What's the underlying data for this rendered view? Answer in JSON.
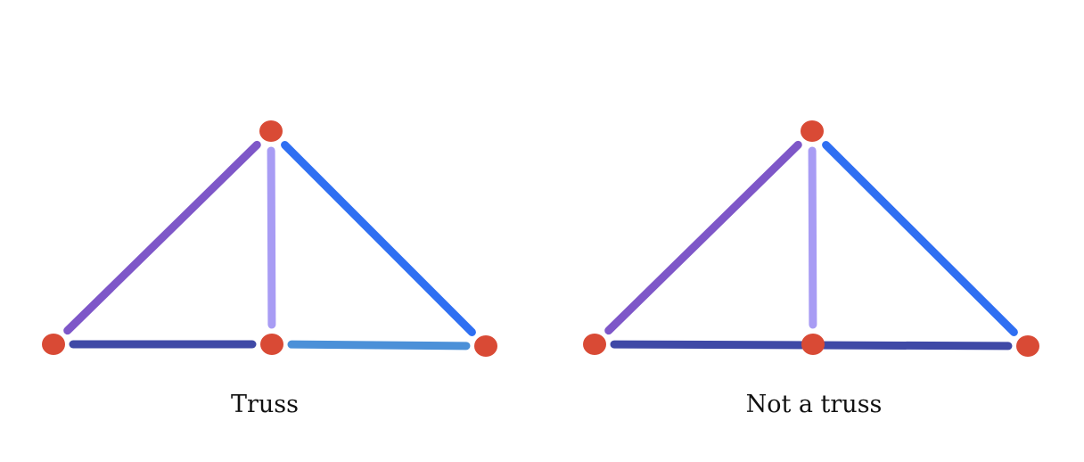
{
  "diagrams": [
    {
      "caption": "Truss",
      "nodes": [
        "top",
        "bottom-left",
        "bottom-middle",
        "bottom-right"
      ],
      "members": [
        {
          "id": "left-diagonal",
          "from": "bottom-left",
          "to": "top",
          "color": "#7e57c8"
        },
        {
          "id": "vertical",
          "from": "bottom-middle",
          "to": "top",
          "color": "#a89cf4"
        },
        {
          "id": "right-diagonal",
          "from": "top",
          "to": "bottom-right",
          "color": "#2f6ff2"
        },
        {
          "id": "bottom-left-chord",
          "from": "bottom-left",
          "to": "bottom-middle",
          "color": "#3f49a6"
        },
        {
          "id": "bottom-right-chord",
          "from": "bottom-middle",
          "to": "bottom-right",
          "color": "#4b90d8"
        }
      ]
    },
    {
      "caption": "Not a truss",
      "nodes": [
        "top",
        "bottom-left",
        "bottom-middle",
        "bottom-right"
      ],
      "members": [
        {
          "id": "left-diagonal",
          "from": "bottom-left",
          "to": "top",
          "color": "#7e57c8"
        },
        {
          "id": "vertical",
          "from": "bottom-middle",
          "to": "top",
          "color": "#a89cf4"
        },
        {
          "id": "right-diagonal",
          "from": "top",
          "to": "bottom-right",
          "color": "#2f6ff2"
        },
        {
          "id": "bottom-chord",
          "from": "bottom-left",
          "to": "bottom-right",
          "color": "#3f49a6"
        }
      ]
    }
  ],
  "node_color": "#d94a35"
}
